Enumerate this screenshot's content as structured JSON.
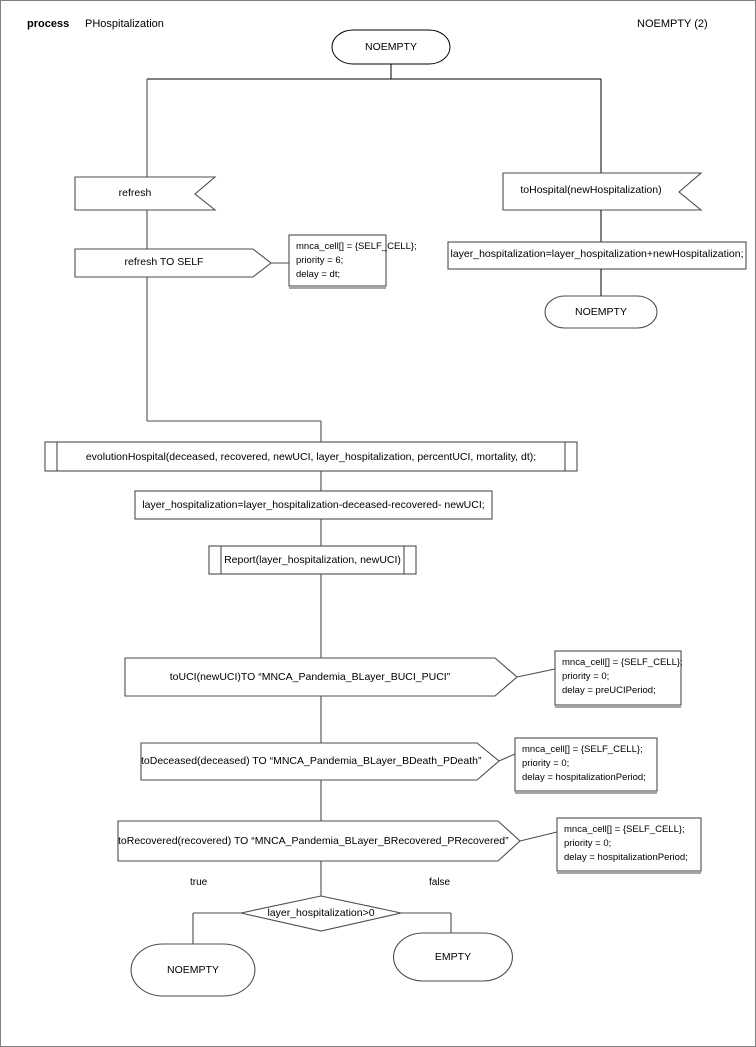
{
  "header": {
    "keyword": "process",
    "process_name": "PHospitalization",
    "page_ref": "NOEMPTY (2)"
  },
  "nodes": {
    "start_state": {
      "label": "NOEMPTY",
      "type": "state"
    },
    "input_refresh": {
      "label": "refresh",
      "type": "input-signal"
    },
    "output_refresh_self": {
      "label": "refresh TO SELF",
      "type": "output-signal"
    },
    "note_refresh": {
      "lines": [
        "mnca_cell[] = {SELF_CELL};",
        "priority = 6;",
        "delay = dt;"
      ]
    },
    "input_tohospital": {
      "label": "toHospital(newHospitalization)",
      "type": "input-signal"
    },
    "task_add_hosp": {
      "label": "layer_hospitalization=layer_hospitalization+newHospitalization;",
      "type": "task"
    },
    "state_noempty_right": {
      "label": "NOEMPTY",
      "type": "state"
    },
    "proc_evolution": {
      "label": "evolutionHospital(deceased, recovered, newUCI, layer_hospitalization, percentUCI, mortality, dt);",
      "type": "procedure"
    },
    "task_subtract": {
      "label": "layer_hospitalization=layer_hospitalization-deceased-recovered- newUCI;",
      "type": "task"
    },
    "proc_report": {
      "label": "Report(layer_hospitalization, newUCI)",
      "type": "procedure"
    },
    "output_touci": {
      "label": "toUCI(newUCI)TO “MNCA_Pandemia_BLayer_BUCI_PUCI”",
      "type": "output-signal"
    },
    "note_touci": {
      "lines": [
        "mnca_cell[] = {SELF_CELL};",
        "priority = 0;",
        "delay = preUCIPeriod;"
      ]
    },
    "output_todeceased": {
      "label": "toDeceased(deceased) TO “MNCA_Pandemia_BLayer_BDeath_PDeath”",
      "type": "output-signal"
    },
    "note_todeceased": {
      "lines": [
        "mnca_cell[] = {SELF_CELL};",
        "priority = 0;",
        "delay = hospitalizationPeriod;"
      ]
    },
    "output_torecovered": {
      "label": "toRecovered(recovered) TO “MNCA_Pandemia_BLayer_BRecovered_PRecovered”",
      "type": "output-signal"
    },
    "note_torecovered": {
      "lines": [
        "mnca_cell[] = {SELF_CELL};",
        "priority = 0;",
        "delay = hospitalizationPeriod;"
      ]
    },
    "decision": {
      "label": "layer_hospitalization>0",
      "type": "decision"
    },
    "branch_true": {
      "label": "true"
    },
    "branch_false": {
      "label": "false"
    },
    "state_noempty_bottom": {
      "label": "NOEMPTY",
      "type": "state"
    },
    "state_empty_bottom": {
      "label": "EMPTY",
      "type": "state"
    }
  },
  "colors": {
    "stroke": "#4d4d4d",
    "text": "#000000",
    "background": "#ffffff",
    "frame": "#808080"
  }
}
